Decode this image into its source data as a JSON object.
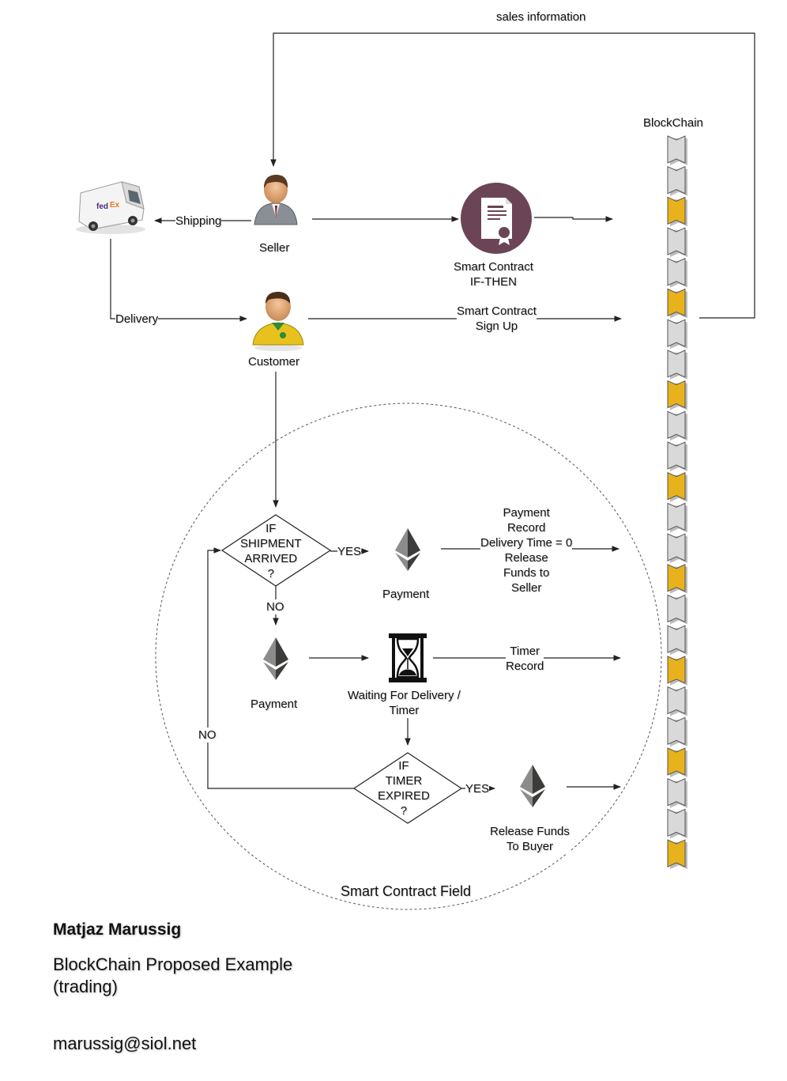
{
  "labels": {
    "sales_information": "sales information",
    "blockchain": "BlockChain",
    "shipping": "Shipping",
    "seller": "Seller",
    "smart_contract_ifthen": [
      "Smart Contract",
      "IF-THEN"
    ],
    "delivery": "Delivery",
    "customer": "Customer",
    "smart_contract_signup": [
      "Smart Contract",
      "Sign Up"
    ],
    "if_shipment": [
      "IF",
      "SHIPMENT",
      "ARRIVED",
      "?"
    ],
    "yes_1": "YES",
    "payment_1": "Payment",
    "payment_record": [
      "Payment",
      "Record",
      "Delivery Time = 0",
      "Release",
      "Funds to",
      "Seller"
    ],
    "no_1": "NO",
    "payment_2": "Payment",
    "waiting": [
      "Waiting For Delivery /",
      "Timer"
    ],
    "timer_record": [
      "Timer",
      "Record"
    ],
    "no_2": "NO",
    "if_timer": [
      "IF",
      "TIMER",
      "EXPIRED",
      "?"
    ],
    "yes_2": "YES",
    "release_funds": [
      "Release Funds",
      "To Buyer"
    ],
    "field": "Smart Contract Field"
  },
  "footer": {
    "author": "Matjaz Marussig",
    "title_line1": "BlockChain Proposed Example",
    "title_line2": "(trading)",
    "email": "marussig@siol.net"
  },
  "icons": {
    "truck": "delivery-truck-icon",
    "seller": "seller-person-icon",
    "customer": "customer-person-icon",
    "contract": "contract-certificate-icon",
    "ethereum": "ethereum-icon",
    "hourglass": "hourglass-icon"
  },
  "colors": {
    "block_gray": "#d9d9d9",
    "block_gold": "#e8b21c",
    "contract_circle": "#6b4556",
    "line": "#222222"
  },
  "blockchain_pattern": [
    "gray",
    "gray",
    "gold",
    "gray",
    "gray",
    "gold",
    "gray",
    "gray",
    "gold",
    "gray",
    "gray",
    "gold",
    "gray",
    "gray",
    "gold",
    "gray",
    "gray",
    "gold",
    "gray",
    "gray",
    "gold",
    "gray",
    "gray",
    "gold"
  ]
}
